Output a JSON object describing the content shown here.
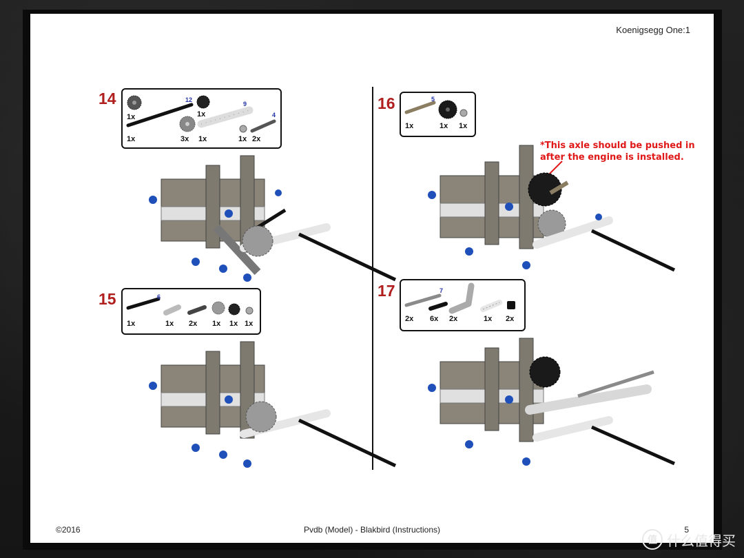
{
  "document": {
    "header_title": "Koenigsegg One:1",
    "footer_left": "©2016",
    "footer_center": "Pvdb (Model) - Blakbird (Instructions)",
    "footer_right": "5"
  },
  "steps": [
    {
      "number": "14",
      "lengths": [
        "12",
        "9",
        "4"
      ],
      "quantities": [
        "1x",
        "1x",
        "1x",
        "3x",
        "1x",
        "1x",
        "2x"
      ]
    },
    {
      "number": "15",
      "lengths": [
        "6"
      ],
      "quantities": [
        "1x",
        "1x",
        "2x",
        "1x",
        "1x",
        "1x"
      ]
    },
    {
      "number": "16",
      "lengths": [
        "5"
      ],
      "quantities": [
        "1x",
        "1x",
        "1x"
      ],
      "note": "*This axle should be pushed in after the engine is installed."
    },
    {
      "number": "17",
      "lengths": [
        "7"
      ],
      "quantities": [
        "2x",
        "6x",
        "2x",
        "1x",
        "2x"
      ]
    }
  ],
  "watermark": {
    "circle_glyph": "值",
    "text": "什么值得买"
  },
  "colors": {
    "step_number": "#b01e1e",
    "note": "#e01818",
    "length_label": "#2233aa"
  }
}
